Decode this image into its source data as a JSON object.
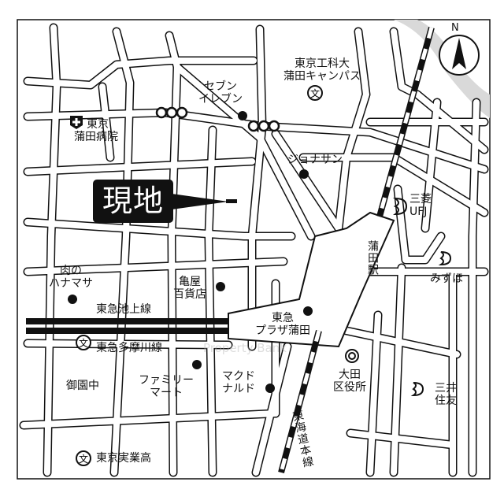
{
  "map": {
    "current_location_label": "現地",
    "compass_label": "N",
    "watermark": "Property Bank",
    "colors": {
      "ink": "#111111",
      "river": "#d9d9d9",
      "background": "#ffffff"
    },
    "landmarks": {
      "university": [
        "東京工科大",
        "蒲田キャンパス"
      ],
      "seven_eleven": [
        "セブン",
        "イレブン"
      ],
      "hospital": [
        "東京",
        "蒲田病院"
      ],
      "jonathan": [
        "ジョナサン"
      ],
      "mufg": [
        "三菱",
        "UFJ"
      ],
      "kamata_station": "蒲田駅",
      "mizuho": "みずほ",
      "hanamasa": [
        "肉の",
        "ハナマサ"
      ],
      "kameya": [
        "亀屋",
        "百貨店"
      ],
      "ikegami_line": "東急池上線",
      "tokyu_plaza": [
        "東急",
        "プラザ蒲田"
      ],
      "tamagawa_line": "東急多摩川線",
      "misono_jhs": "御園中",
      "familymart": [
        "ファミリー",
        "マート"
      ],
      "mcdonalds": [
        "マクド",
        "ナルド"
      ],
      "ota_ward_office": [
        "大田",
        "区役所"
      ],
      "smbc": [
        "三井",
        "住友"
      ],
      "tokaido_line": "東海道本線",
      "tokyo_jitsugyo_hs": "東京実業高"
    },
    "icons": {
      "school": "文",
      "hospital": "+"
    }
  }
}
